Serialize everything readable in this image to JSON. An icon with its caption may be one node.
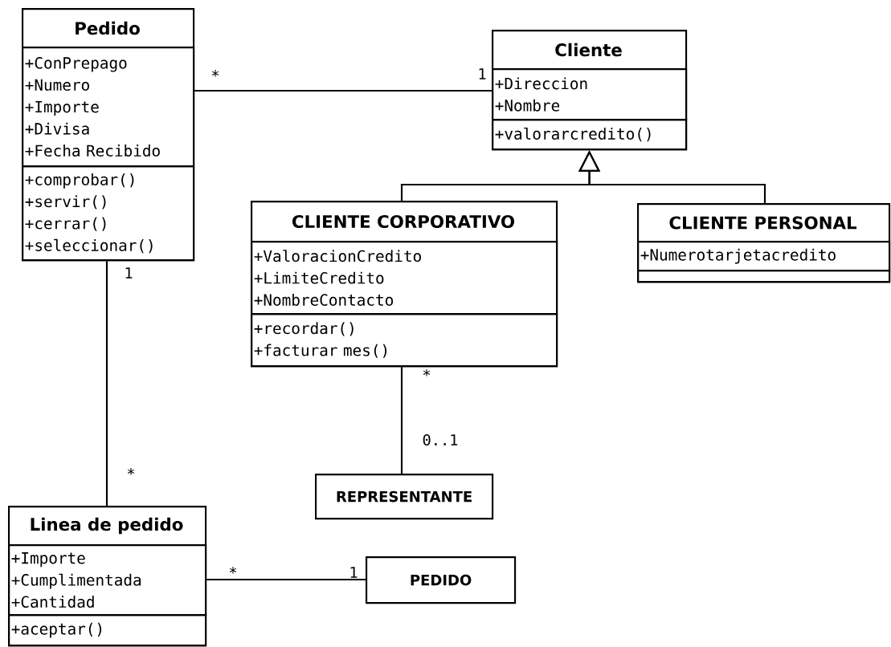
{
  "diagram": {
    "nodes": [
      {
        "text": [
          "Pedido"
        ]
      },
      {
        "text": [
          "+ConPrepago",
          "+Numero",
          "+Importe",
          "+Divisa",
          "+Fecha Recibido"
        ],
        "in": 0
      },
      {
        "text": [
          "+comprobar()",
          "+servir()",
          "+cerrar()",
          "+seleccionar()"
        ],
        "in": 0
      },
      {
        "text": [
          "Cliente"
        ]
      },
      {
        "text": [
          "+Direccion",
          "+Nombre"
        ],
        "in": 3
      },
      {
        "text": [
          "+valorarcredito()"
        ],
        "in": 3
      },
      {
        "text": [
          "CLIENTE CORPORATIVO"
        ]
      },
      {
        "text": [
          "+ValoracionCredito",
          "+LimiteCredito",
          "+NombreContacto"
        ],
        "in": 6
      },
      {
        "text": [
          "+recordar()",
          "+facturar mes()"
        ],
        "in": 6
      },
      {
        "text": [
          "CLIENTE PERSONAL"
        ]
      },
      {
        "text": [
          "+Numerotarjetacredito"
        ],
        "in": 9
      },
      {
        "text": [],
        "shape": "box",
        "in": 9
      },
      {
        "text": [
          "REPRESENTANTE"
        ]
      },
      {
        "text": [
          "Linea de pedido"
        ]
      },
      {
        "text": [
          "+Importe",
          "+Cumplimentada",
          "+Cantidad"
        ],
        "in": 13
      },
      {
        "text": [
          "+aceptar()"
        ],
        "in": 13
      },
      {
        "text": [
          "PEDIDO"
        ]
      }
    ],
    "edges": [
      {
        "from": 0,
        "to": 3,
        "arrow": "none"
      },
      {
        "from": 6,
        "to": 3,
        "arrow": "to"
      },
      {
        "from": 9,
        "to": 3,
        "arrow": "to"
      },
      {
        "from": 6,
        "to": 12,
        "arrow": "none"
      },
      {
        "from": 0,
        "to": 13,
        "arrow": "none"
      },
      {
        "from": 13,
        "to": 16,
        "arrow": "none"
      }
    ],
    "labels": [
      "*",
      "1",
      "1",
      "*",
      "0..1",
      "*",
      "*",
      "1"
    ]
  }
}
